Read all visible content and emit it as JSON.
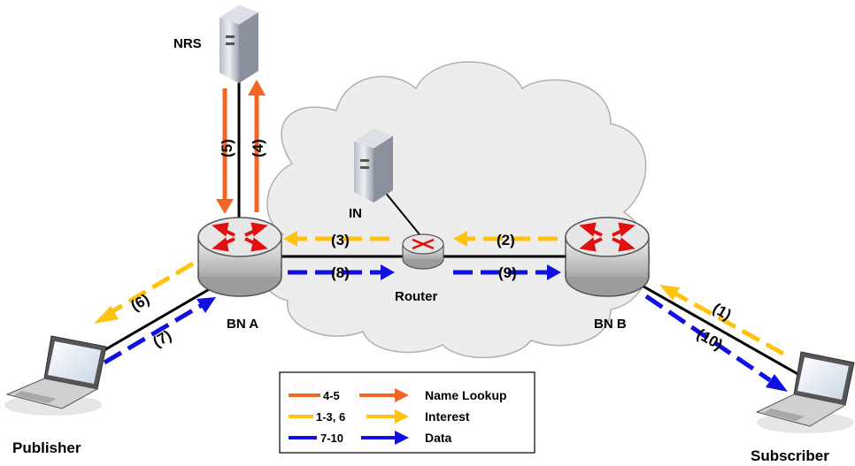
{
  "nodes": {
    "nrs": "NRS",
    "in": "IN",
    "router": "Router",
    "bn_a": "BN A",
    "bn_b": "BN B",
    "publisher": "Publisher",
    "subscriber": "Subscriber"
  },
  "steps": {
    "s1": "(1)",
    "s2": "(2)",
    "s3": "(3)",
    "s4": "(4)",
    "s5": "(5)",
    "s6": "(6)",
    "s7": "(7)",
    "s8": "(8)",
    "s9": "(9)",
    "s10": "(10)"
  },
  "legend": {
    "name_lookup": {
      "range": "4-5",
      "label": "Name Lookup"
    },
    "interest": {
      "range": "1-3, 6",
      "label": "Interest"
    },
    "data": {
      "range": "7-10",
      "label": "Data"
    }
  },
  "colors": {
    "name_lookup": "#f26522",
    "interest": "#ffc20e",
    "data": "#1010e0",
    "router_body": "#d9d9d9",
    "router_arrow": "#e01010",
    "cloud_fill": "#ededed"
  }
}
